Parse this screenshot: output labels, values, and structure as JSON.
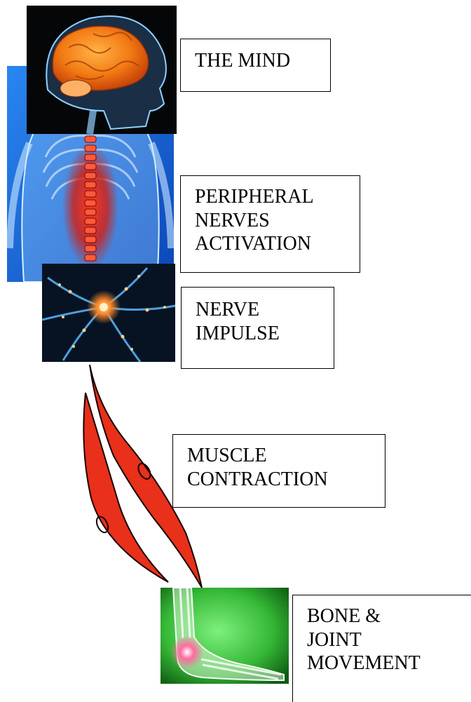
{
  "diagram": {
    "steps": [
      {
        "id": "mind",
        "label": "THE MIND",
        "icon": "brain-icon"
      },
      {
        "id": "peripheral",
        "label": "PERIPHERAL\nNERVES\nACTIVATION",
        "icon": "spine-icon"
      },
      {
        "id": "impulse",
        "label": "NERVE\nIMPULSE",
        "icon": "neuron-icon"
      },
      {
        "id": "muscle",
        "label": "MUSCLE\nCONTRACTION",
        "icon": "muscle-fiber-icon"
      },
      {
        "id": "bone",
        "label": "BONE &\nJOINT\nMOVEMENT",
        "icon": "foot-bone-icon"
      }
    ]
  },
  "colors": {
    "brain_bg": "#050608",
    "spine_bg": "#1c6fe0",
    "neuron_bg": "#071322",
    "muscle_red": "#e8301a",
    "foot_green": "#3ecb3e"
  }
}
